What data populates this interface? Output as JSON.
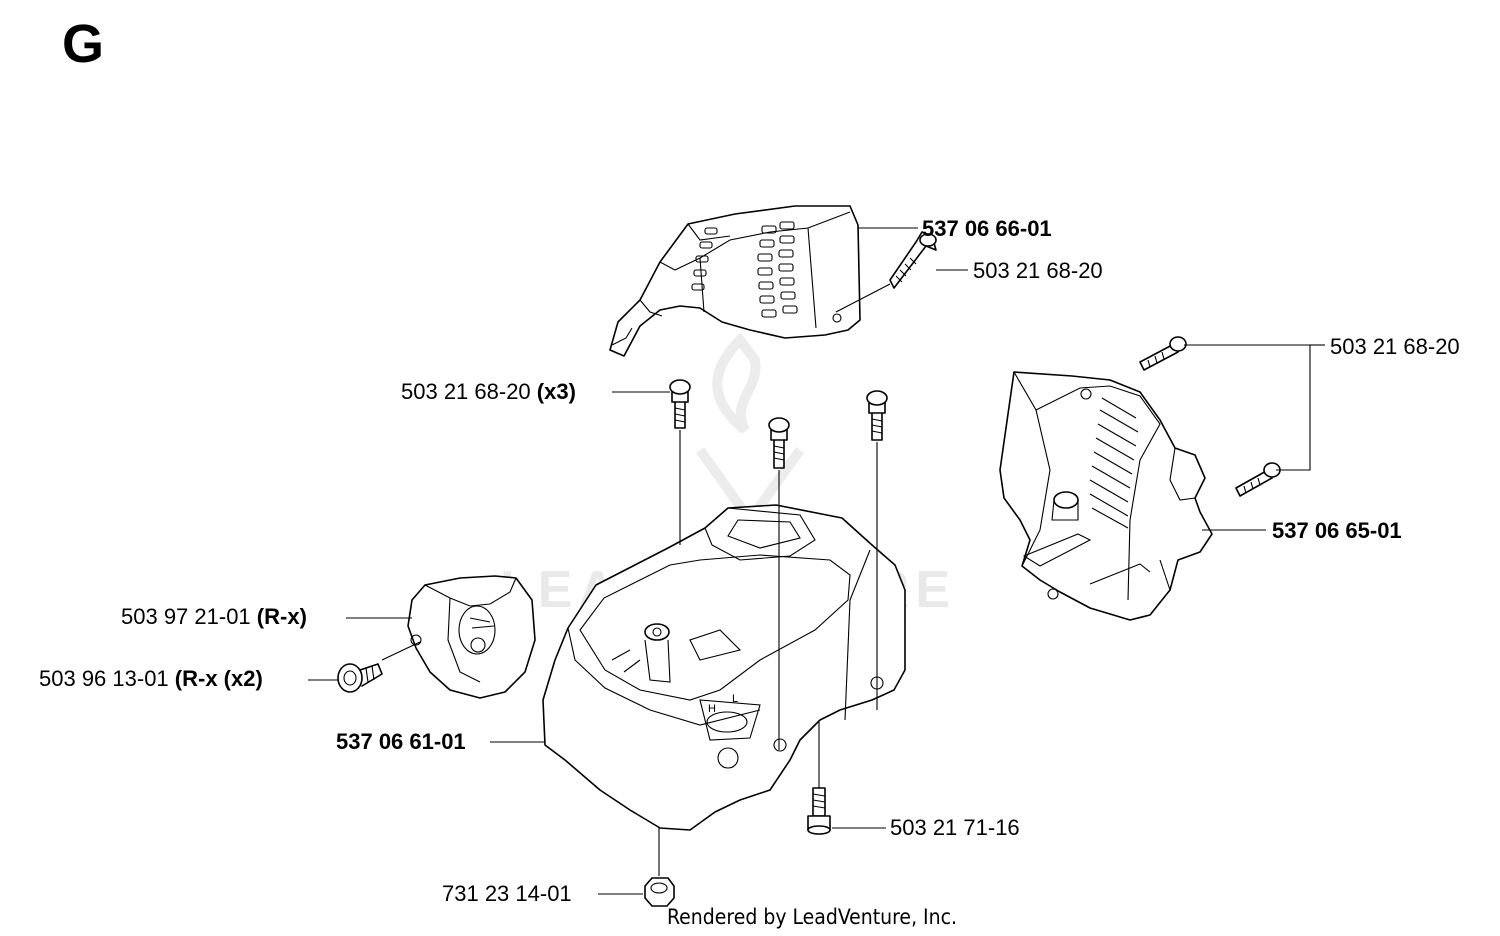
{
  "page": {
    "section_letter": "G",
    "footer": "Rendered by LeadVenture, Inc.",
    "watermark_text": "LEADVENTURE"
  },
  "callouts": {
    "top_cover": {
      "number": "537 06 66-01",
      "qty": ""
    },
    "top_cover_screw": {
      "number": "503 21 68-20",
      "qty": ""
    },
    "right_screws": {
      "number": "503 21 68-20",
      "qty": ""
    },
    "right_cover": {
      "number": "537 06 65-01",
      "qty": ""
    },
    "cylinder_screws": {
      "number": "503 21 68-20",
      "qty": "(x3)"
    },
    "inlet_cap": {
      "number": "503 97 21-01",
      "qty": "(R-x)"
    },
    "inlet_cap_screw": {
      "number": "503 96 13-01",
      "qty": "(R-x (x2)"
    },
    "main_housing": {
      "number": "537 06 61-01",
      "qty": ""
    },
    "bottom_screw": {
      "number": "503 21 71-16",
      "qty": ""
    },
    "nut": {
      "number": "731 23 14-01",
      "qty": ""
    }
  }
}
